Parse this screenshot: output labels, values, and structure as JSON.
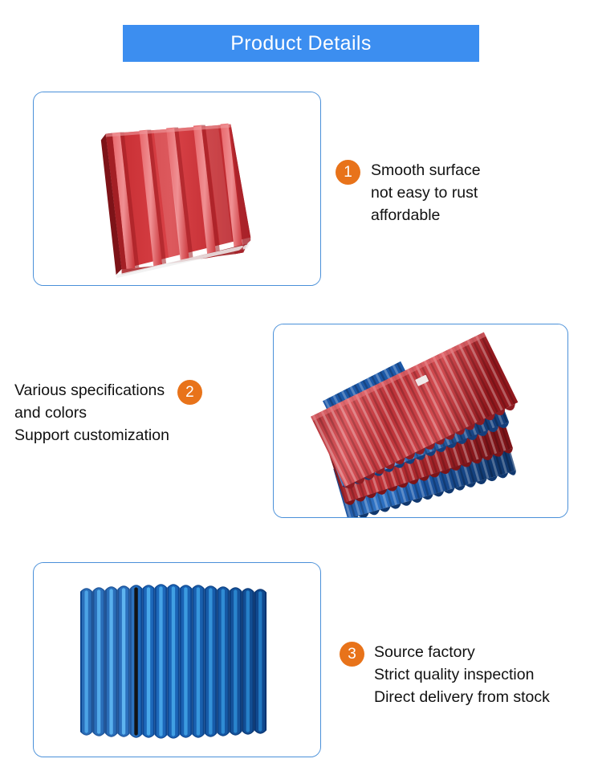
{
  "banner": {
    "title": "Product Details",
    "background_color": "#3c8ef0",
    "text_color": "#ffffff"
  },
  "theme": {
    "card_border_color": "#4a90d9",
    "badge_color": "#e8731a",
    "page_background": "#ffffff",
    "body_text_color": "#111111"
  },
  "features": [
    {
      "number": "1",
      "text": "Smooth surface\nnot easy to rust\naffordable",
      "image_name": "red-trapezoidal-roofing-sheet",
      "image_colors": [
        "#b8252a",
        "#d6383c",
        "#e8585c"
      ]
    },
    {
      "number": "2",
      "text": "Various specifications\nand colors\nSupport customization",
      "image_name": "stack-of-red-and-blue-corrugated-sheets",
      "image_colors": [
        "#a82228",
        "#c93a3e",
        "#1b4f9c",
        "#2f72c4"
      ]
    },
    {
      "number": "3",
      "text": "Source factory\nStrict quality inspection\nDirect delivery from stock",
      "image_name": "blue-wave-corrugated-sheet",
      "image_colors": [
        "#0d4fa8",
        "#1d74c8",
        "#3d9ae0"
      ]
    }
  ]
}
